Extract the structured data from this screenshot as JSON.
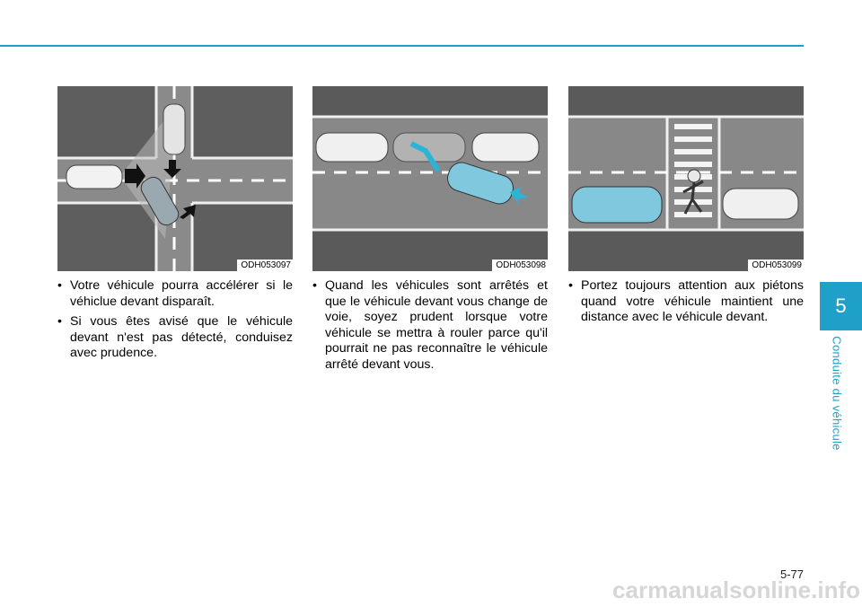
{
  "figures": [
    {
      "code": "ODH053097"
    },
    {
      "code": "ODH053098"
    },
    {
      "code": "ODH053099"
    }
  ],
  "columns": [
    {
      "bullets": [
        "Votre véhicule pourra accélérer si le véhiclue devant disparaît.",
        "Si vous êtes avisé que le véhicule devant n'est pas détecté, conduisez avec prudence."
      ]
    },
    {
      "bullets": [
        "Quand les véhicules sont arrêtés et que le véhicule devant vous change de voie, soyez prudent lorsque votre véhicule se mettra à rouler parce qu'il pourrait ne pas reconnaître le véhicule arrêté devant vous."
      ]
    },
    {
      "bullets": [
        "Portez toujours attention aux piétons quand votre véhicule maintient une distance avec le véhicule devant."
      ]
    }
  ],
  "section": {
    "number": "5",
    "title": "Conduite du véhicule"
  },
  "page_number": "5-77",
  "watermark": "carmanualsonline.info",
  "colors": {
    "accent": "#1fa0c8",
    "road": "#8b8b8b",
    "car_highlight": "#7fc8de"
  }
}
